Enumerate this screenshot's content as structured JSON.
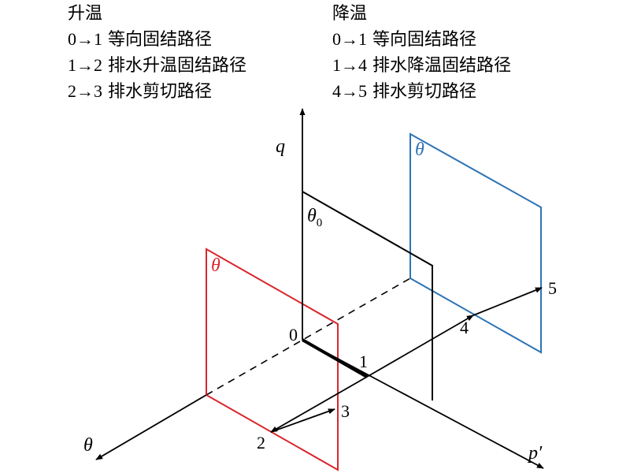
{
  "legend": {
    "heating": {
      "title": "升温",
      "lines": [
        {
          "path": "0→1",
          "desc": "等向固结路径"
        },
        {
          "path": "1→2",
          "desc": "排水升温固结路径"
        },
        {
          "path": "2→3",
          "desc": "排水剪切路径"
        }
      ]
    },
    "cooling": {
      "title": "降温",
      "lines": [
        {
          "path": "0→1",
          "desc": "等向固结路径"
        },
        {
          "path": "1→4",
          "desc": "排水降温固结路径"
        },
        {
          "path": "4→5",
          "desc": "排水剪切路径"
        }
      ]
    }
  },
  "axes": {
    "q": "q",
    "p": "p′",
    "theta": "θ"
  },
  "planes": {
    "reference": {
      "label": "θ",
      "sub": "0"
    },
    "heating": {
      "label": "θ",
      "color": "#d9262c"
    },
    "cooling": {
      "label": "θ",
      "color": "#2e74b5"
    }
  },
  "points": [
    "0",
    "1",
    "2",
    "3",
    "4",
    "5"
  ]
}
